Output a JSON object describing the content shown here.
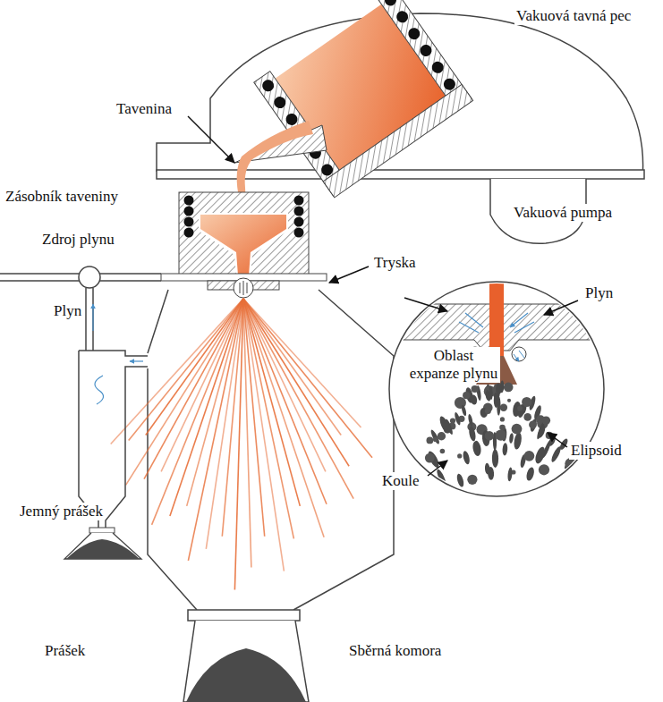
{
  "diagram": {
    "labels": [
      "Vakuová tavná pec",
      "Tavenina",
      "Zásobník taveniny",
      "Vakuová pumpa",
      "Zdroj plynu",
      "Tryska",
      "Plyn",
      "Plyn",
      "Oblast expanze plynu",
      "Elipsoid",
      "Koule",
      "Jemný prášek",
      "Prášek",
      "Sběrná komora"
    ]
  }
}
